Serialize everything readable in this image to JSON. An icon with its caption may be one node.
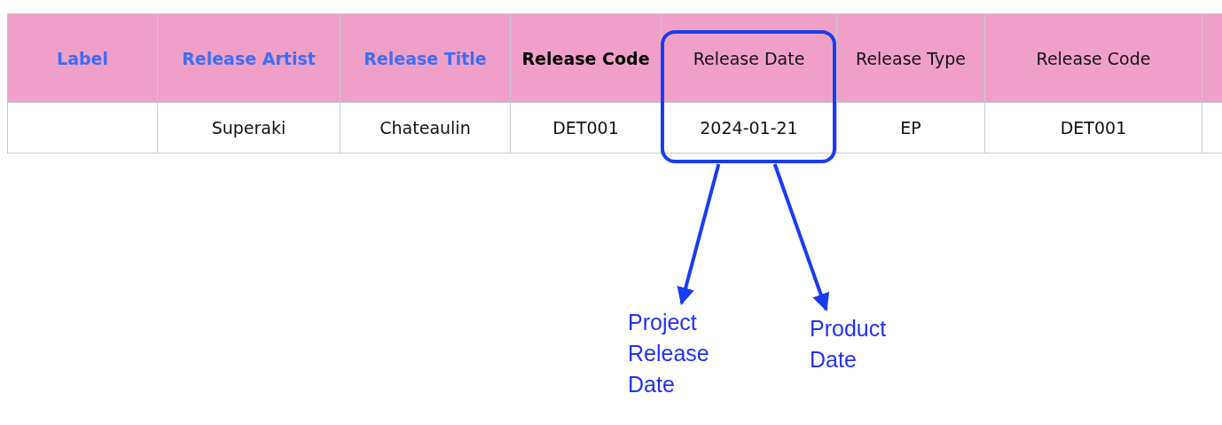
{
  "diagram": {
    "nodes": [
      {
        "text": [],
        "shape": "box"
      },
      {
        "text": [
          "Project Release Date"
        ]
      },
      {
        "text": [
          "Product Date"
        ]
      }
    ],
    "edges": [
      {
        "from": 0,
        "to": 1,
        "arrow": "to"
      },
      {
        "from": 0,
        "to": 2,
        "arrow": "to"
      }
    ],
    "labels": [
      "Label",
      "Release Artist",
      "Release Title",
      "Release Code",
      "Release Date",
      "Release Type",
      "Release Code",
      "Superaki",
      "Chateaulin",
      "DET001",
      "2024-01-21",
      "EP",
      "DET001"
    ]
  }
}
